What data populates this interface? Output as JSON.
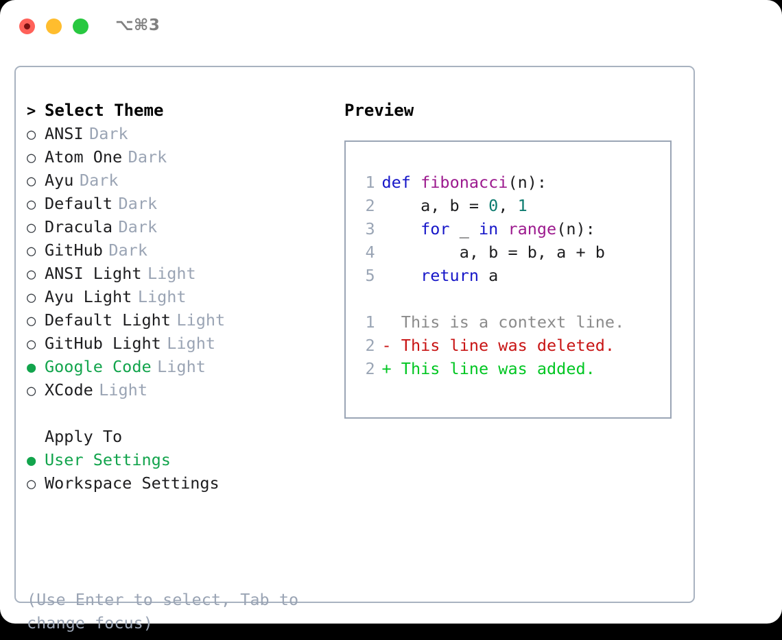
{
  "titlebar": {
    "shortcut": "⌥⌘3",
    "buttons": [
      {
        "name": "close",
        "color": "#ff6159"
      },
      {
        "name": "minimize",
        "color": "#ffbd2e"
      },
      {
        "name": "maximize",
        "color": "#28c840"
      }
    ]
  },
  "colors": {
    "selected_green": "#12a44c",
    "muted": "#9aa4b4",
    "border": "#a8b2c0",
    "keyword_blue": "#1616c8",
    "function_magenta": "#9c1a8e",
    "number_teal": "#0d7b6f",
    "diff_deleted": "#c81414",
    "diff_added": "#00c622"
  },
  "theme_list": {
    "header": {
      "marker": ">",
      "label": "Select Theme"
    },
    "items": [
      {
        "marker": "○",
        "name": "ANSI",
        "variant": "Dark",
        "selected": false
      },
      {
        "marker": "○",
        "name": "Atom One",
        "variant": "Dark",
        "selected": false
      },
      {
        "marker": "○",
        "name": "Ayu",
        "variant": "Dark",
        "selected": false
      },
      {
        "marker": "○",
        "name": "Default",
        "variant": "Dark",
        "selected": false
      },
      {
        "marker": "○",
        "name": "Dracula",
        "variant": "Dark",
        "selected": false
      },
      {
        "marker": "○",
        "name": "GitHub",
        "variant": "Dark",
        "selected": false
      },
      {
        "marker": "○",
        "name": "ANSI Light",
        "variant": "Light",
        "selected": false
      },
      {
        "marker": "○",
        "name": "Ayu Light",
        "variant": "Light",
        "selected": false
      },
      {
        "marker": "○",
        "name": "Default Light",
        "variant": "Light",
        "selected": false
      },
      {
        "marker": "○",
        "name": "GitHub Light",
        "variant": "Light",
        "selected": false
      },
      {
        "marker": "●",
        "name": "Google Code",
        "variant": "Light",
        "selected": true
      },
      {
        "marker": "○",
        "name": "XCode",
        "variant": "Light",
        "selected": false
      }
    ]
  },
  "apply_to": {
    "header": {
      "marker": "",
      "label": "Apply To"
    },
    "items": [
      {
        "marker": "●",
        "name": "User Settings",
        "selected": true
      },
      {
        "marker": "○",
        "name": "Workspace Settings",
        "selected": false
      }
    ]
  },
  "hint": "(Use Enter to select, Tab to change focus)",
  "preview": {
    "title": "Preview",
    "code_lines": [
      {
        "num": "1",
        "tokens": [
          {
            "t": "def",
            "c": "kw"
          },
          {
            "t": " ",
            "c": "plain"
          },
          {
            "t": "fibonacci",
            "c": "fn"
          },
          {
            "t": "(n):",
            "c": "plain"
          }
        ]
      },
      {
        "num": "2",
        "tokens": [
          {
            "t": "    a, b = ",
            "c": "plain"
          },
          {
            "t": "0",
            "c": "num"
          },
          {
            "t": ", ",
            "c": "plain"
          },
          {
            "t": "1",
            "c": "num"
          }
        ]
      },
      {
        "num": "3",
        "tokens": [
          {
            "t": "    ",
            "c": "plain"
          },
          {
            "t": "for",
            "c": "kw"
          },
          {
            "t": " _ ",
            "c": "plain"
          },
          {
            "t": "in",
            "c": "kw"
          },
          {
            "t": " ",
            "c": "plain"
          },
          {
            "t": "range",
            "c": "fn"
          },
          {
            "t": "(n):",
            "c": "plain"
          }
        ]
      },
      {
        "num": "4",
        "tokens": [
          {
            "t": "        a, b = b, a + b",
            "c": "plain"
          }
        ]
      },
      {
        "num": "5",
        "tokens": [
          {
            "t": "    ",
            "c": "plain"
          },
          {
            "t": "return",
            "c": "kw"
          },
          {
            "t": " a",
            "c": "plain"
          }
        ]
      }
    ],
    "diff_lines": [
      {
        "num": "1",
        "text": "  This is a context line.",
        "cls": "ctx"
      },
      {
        "num": "2",
        "text": "- This line was deleted.",
        "cls": "del"
      },
      {
        "num": "2",
        "text": "+ This line was added.",
        "cls": "add"
      }
    ]
  }
}
